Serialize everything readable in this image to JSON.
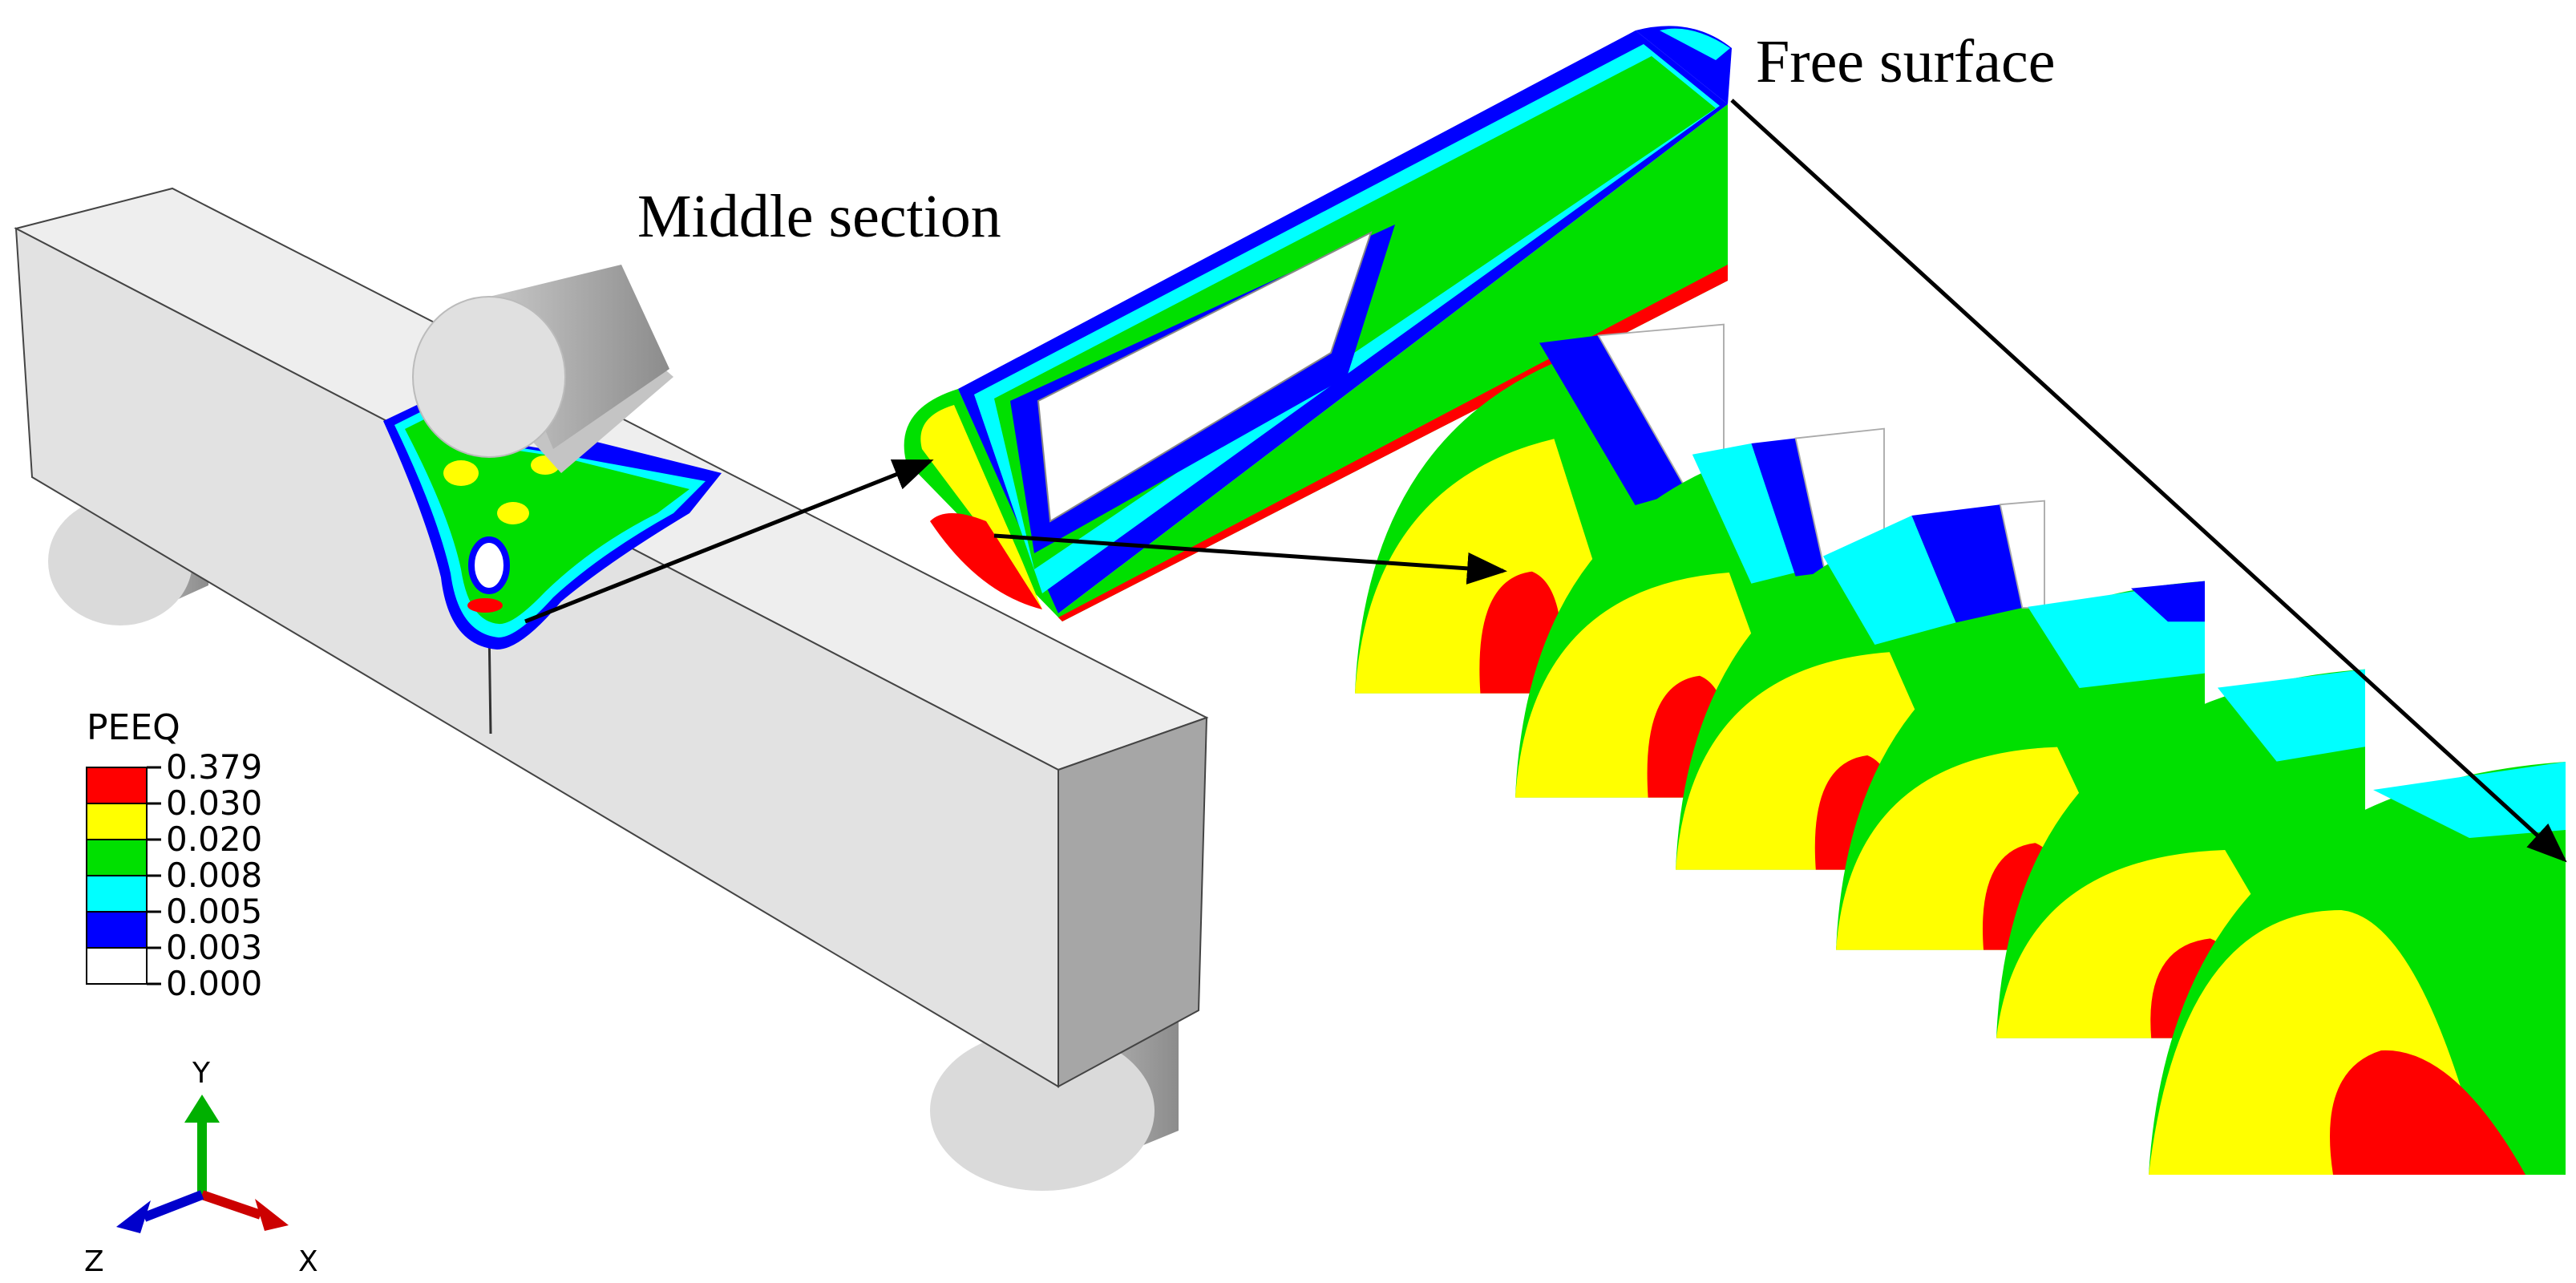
{
  "labels": {
    "middle_section": "Middle section",
    "free_surface": "Free surface"
  },
  "legend": {
    "title": "PEEQ",
    "values": [
      "0.379",
      "0.030",
      "0.020",
      "0.008",
      "0.005",
      "0.003",
      "0.000"
    ],
    "colors": [
      "#ff0000",
      "#ffff00",
      "#00e000",
      "#00ffff",
      "#0000ff",
      "#ffffff"
    ]
  },
  "axes": {
    "y": "Y",
    "z": "Z",
    "x": "X"
  },
  "colors": {
    "red": "#ff0000",
    "yellow": "#ffff00",
    "green": "#00e000",
    "cyan": "#00ffff",
    "blue": "#0000ff",
    "white": "#ffffff",
    "beam_face": "#e6e6e6",
    "beam_side": "#a8a8a8",
    "roller": "#d8d8d8"
  }
}
